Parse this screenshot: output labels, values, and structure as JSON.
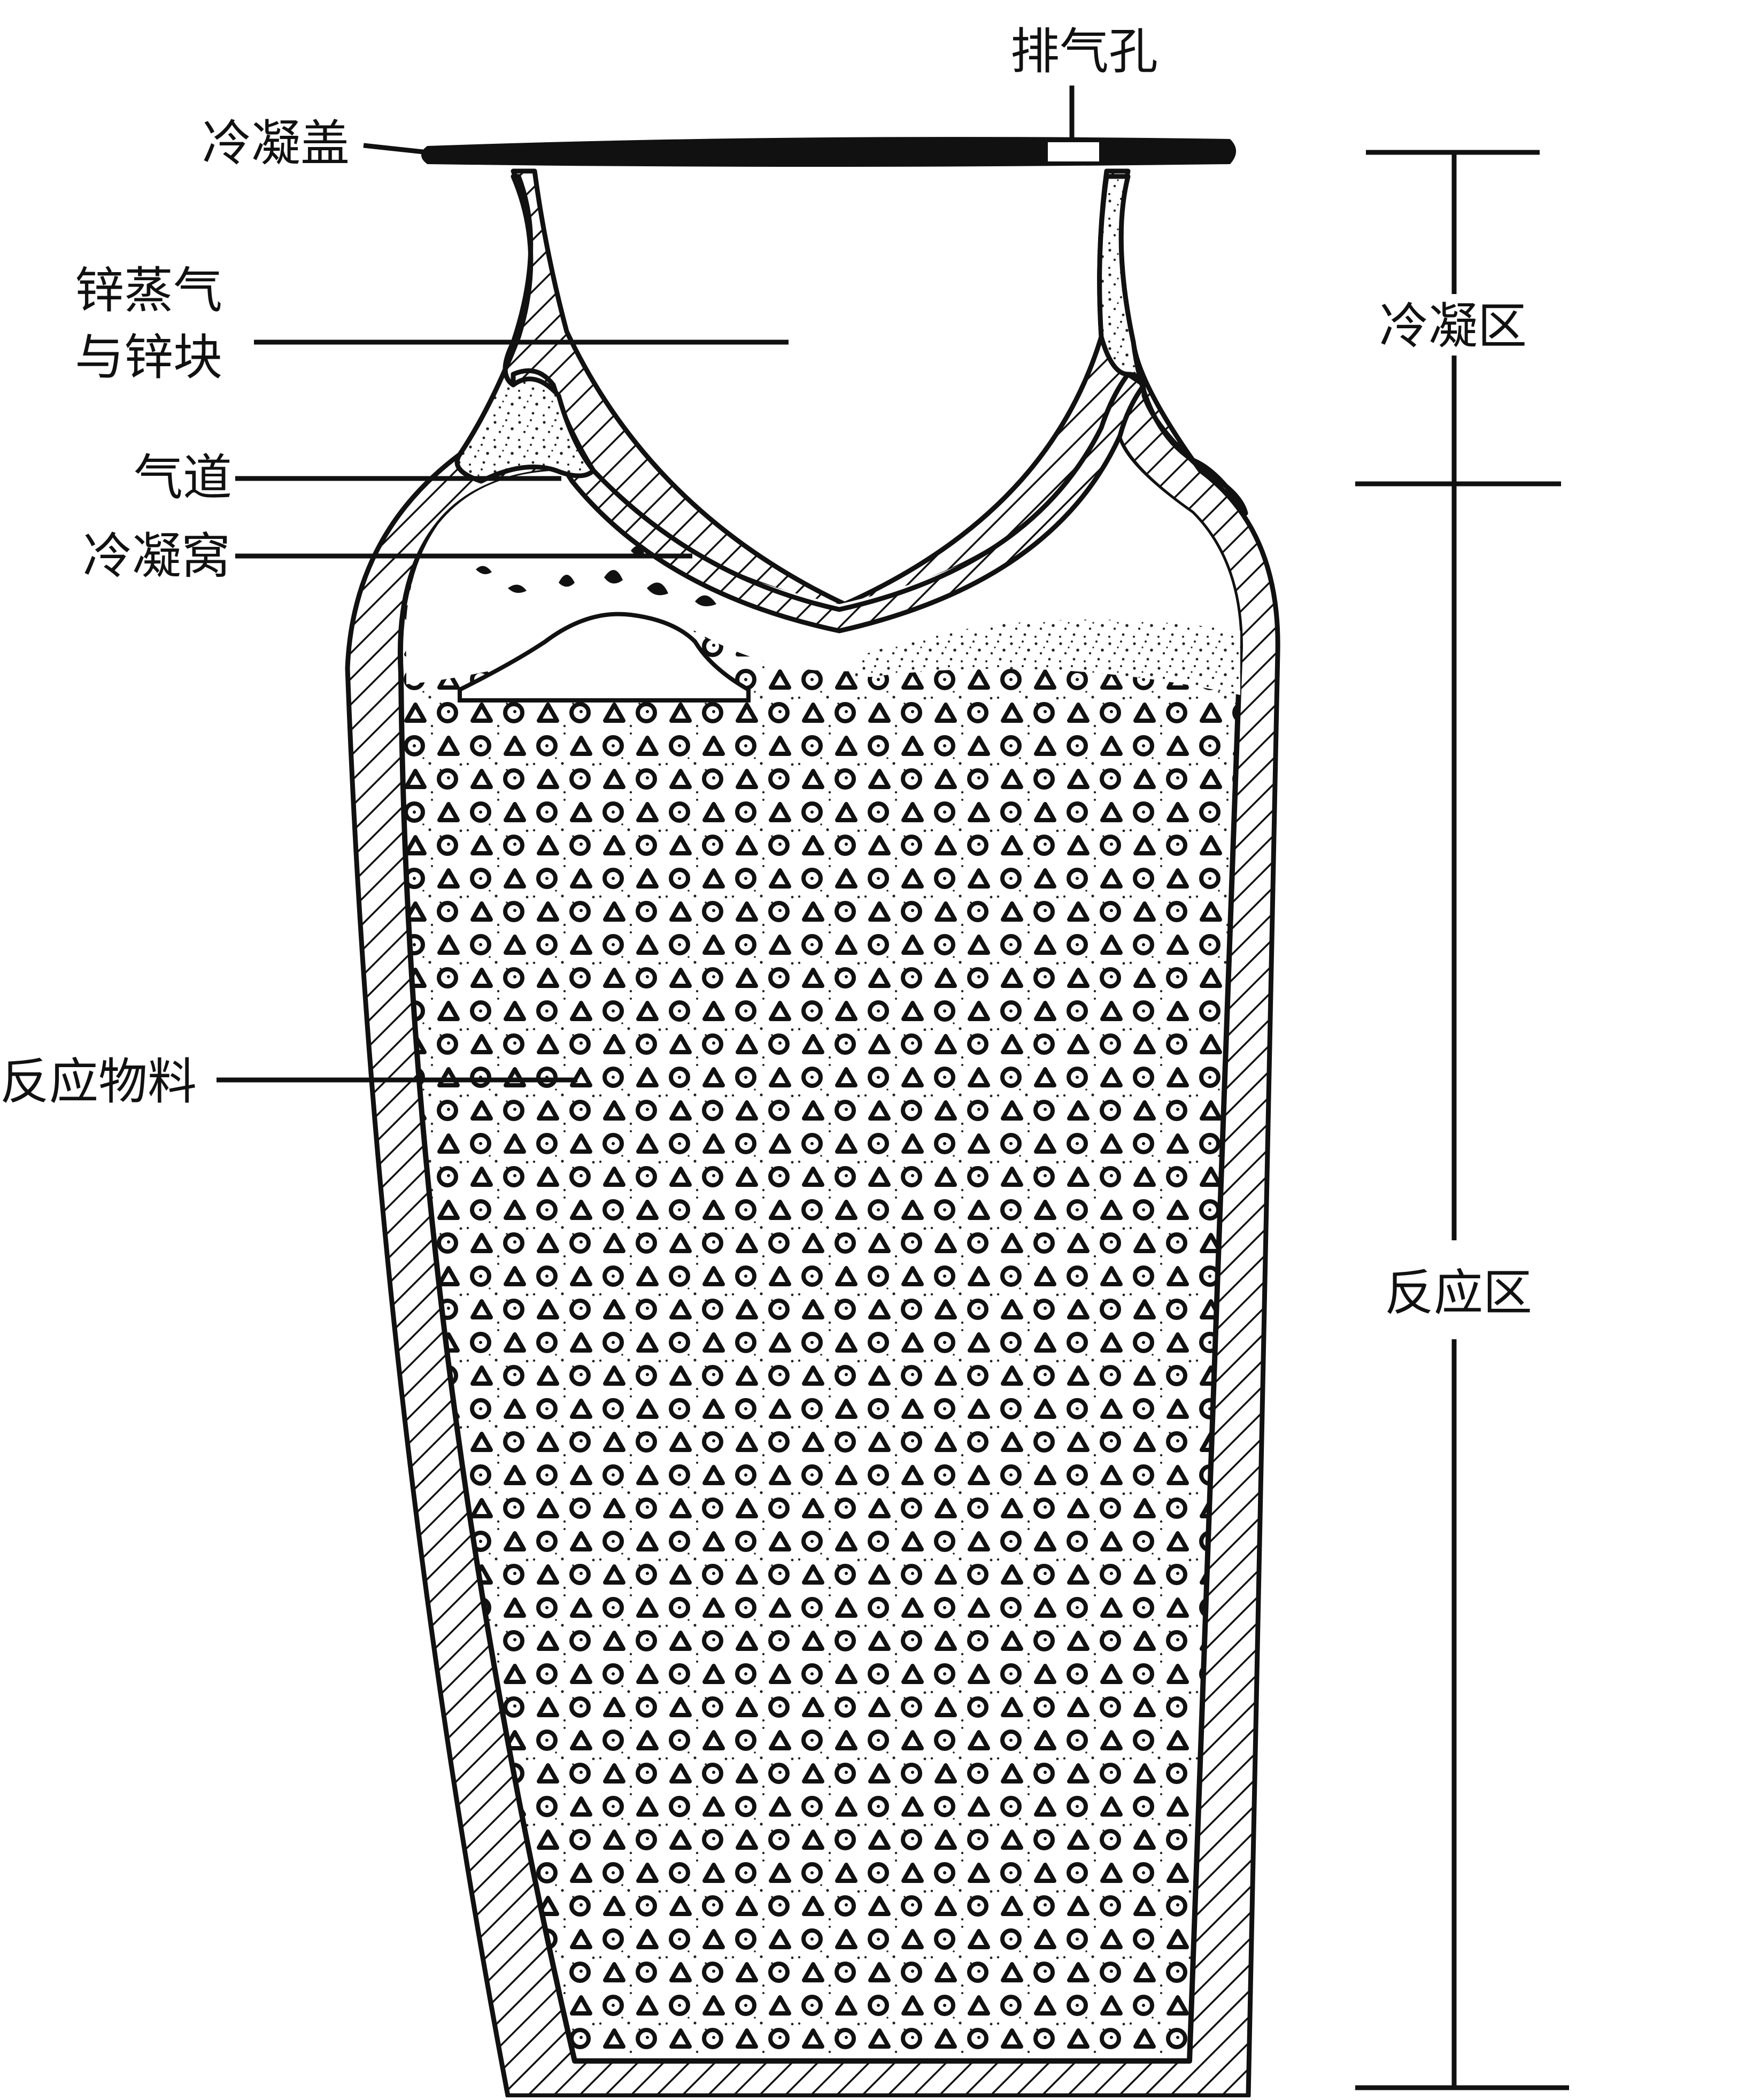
{
  "labels": {
    "vent_hole": "排气孔",
    "condenser_lid": "冷凝盖",
    "zinc_vapor_line1": "锌蒸气",
    "zinc_vapor_line2": "与锌块",
    "gas_channel": "气道",
    "condensing_nest": "冷凝窝",
    "reaction_material": "反应物料",
    "condensation_zone": "冷凝区",
    "reaction_zone": "反应区"
  },
  "colors": {
    "ink": "#111111",
    "paper": "#ffffff"
  }
}
